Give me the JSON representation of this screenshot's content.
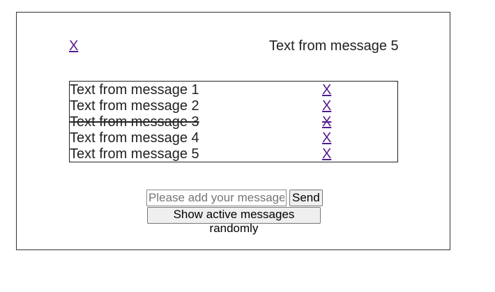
{
  "top": {
    "x_label": "X",
    "message": "Text from message 5"
  },
  "messages": [
    {
      "text": "Text from message 1",
      "x_label": "X",
      "deleted": false
    },
    {
      "text": "Text from message 2",
      "x_label": "X",
      "deleted": false
    },
    {
      "text": "Text from message 3",
      "x_label": "X",
      "deleted": true
    },
    {
      "text": "Text from message 4",
      "x_label": "X",
      "deleted": false
    },
    {
      "text": "Text from message 5",
      "x_label": "X",
      "deleted": false
    }
  ],
  "composer": {
    "placeholder": "Please add your message.",
    "value": "",
    "send_label": "Send"
  },
  "random_button_label": "Show active messages randomly",
  "colors": {
    "link": "#551a8b",
    "border": "#222222"
  }
}
